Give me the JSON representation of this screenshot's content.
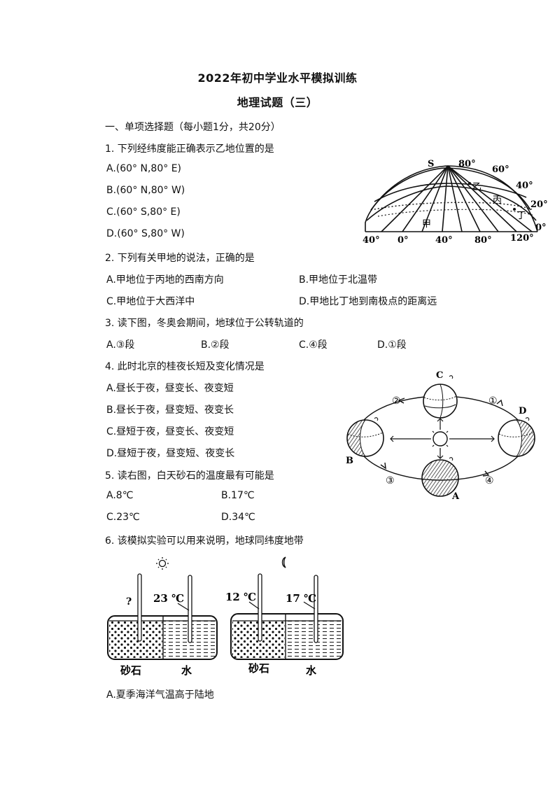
{
  "header": {
    "title": "2022年初中学业水平模拟训练",
    "subtitle": "地理试题（三）"
  },
  "section": "一、单项选择题（每小题1分，共20分）",
  "q1": {
    "stem": "1.  下列经纬度能正确表示乙地位置的是",
    "options": [
      "A.(60° N,80° E)",
      "B.(60° N,80° W)",
      "C.(60° S,80° E)",
      "D.(60° S,80° W)"
    ]
  },
  "q2": {
    "stem": "2.  下列有关甲地的说法，正确的是",
    "options": [
      "A.甲地位于丙地的西南方向",
      "B.甲地位于北温带",
      "C.甲地位于大西洋中",
      "D.甲地比丁地到南极点的距离远"
    ]
  },
  "q3": {
    "stem": "3.  读下图，冬奥会期间，地球位于公转轨道的",
    "options": [
      "A.③段",
      "B.②段",
      "C.④段",
      "D.①段"
    ]
  },
  "q4": {
    "stem": "4.  此时北京的桂夜长短及变化情况是",
    "options": [
      "A.昼长于夜，昼变长、夜变短",
      "B.昼长于夜，昼变短、夜变长",
      "C.昼短于夜，昼变长、夜变短",
      "D.昼短于夜，昼变短、夜变长"
    ]
  },
  "q5": {
    "stem": "5.  读右图，白天砂石的温度最有可能是",
    "options": [
      "A.8℃",
      "B.17℃",
      "C.23℃",
      "D.34℃"
    ]
  },
  "q6": {
    "stem": "6.  该模拟实验可以用来说明，地球同纬度地带",
    "options": [
      "A.夏季海洋气温高于陆地"
    ]
  },
  "map_figure": {
    "pole": "S",
    "lat_labels": [
      "80°",
      "60°",
      "40°",
      "20°",
      "0°"
    ],
    "lon_labels": [
      "40°",
      "0°",
      "40°",
      "80°",
      "120°"
    ],
    "places": [
      "乙",
      "丙",
      "丁",
      "甲"
    ]
  },
  "orbit_figure": {
    "positions": [
      "C",
      "D",
      "B",
      "A"
    ],
    "segments": [
      "②",
      "①",
      "③",
      "④"
    ]
  },
  "experiment_figure": {
    "unknown": "?",
    "temps": [
      "23 ℃",
      "12 ℃",
      "17 ℃"
    ],
    "labels": [
      "砂石",
      "水",
      "砂石",
      "水"
    ]
  }
}
